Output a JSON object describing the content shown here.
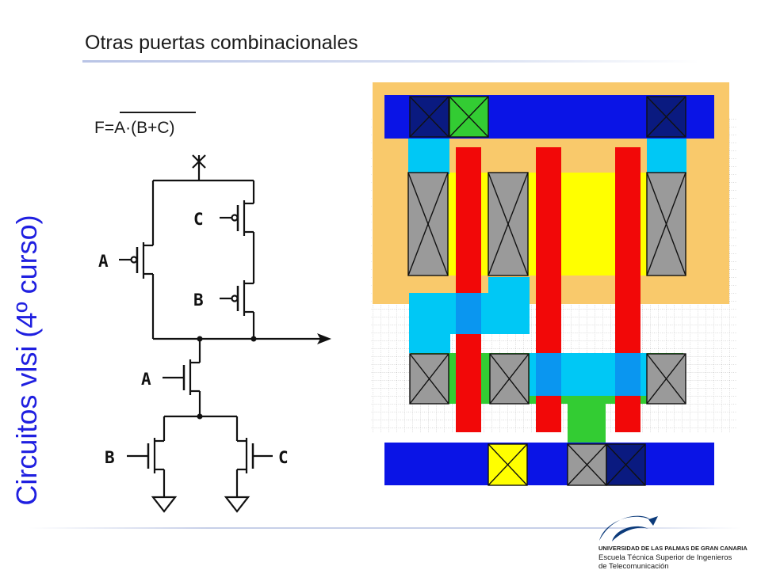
{
  "slide": {
    "title": "Otras puertas combinacionales",
    "side_title": "Circuitos vlsi (4º curso)",
    "formula": "F=A·(B+C)"
  },
  "schematic": {
    "labels": {
      "pmos_c": "C",
      "pmos_a": "A",
      "pmos_b": "B",
      "nmos_a": "A",
      "nmos_b": "B",
      "nmos_c": "C"
    }
  },
  "layout_colors": {
    "nwell": "#f9c96b",
    "metal1": "#0a14e6",
    "poly": "#f20808",
    "pdiff": "#ffff00",
    "ndiff": "#33cc33",
    "metal2": "#00c8f5",
    "contact": "#9a9a9a",
    "via": "#0a1a80"
  },
  "logo": {
    "line1": "UNIVERSIDAD DE LAS PALMAS DE GRAN CANARIA",
    "line2": "Escuela Técnica Superior de Ingenieros",
    "line3": "de Telecomunicación"
  }
}
